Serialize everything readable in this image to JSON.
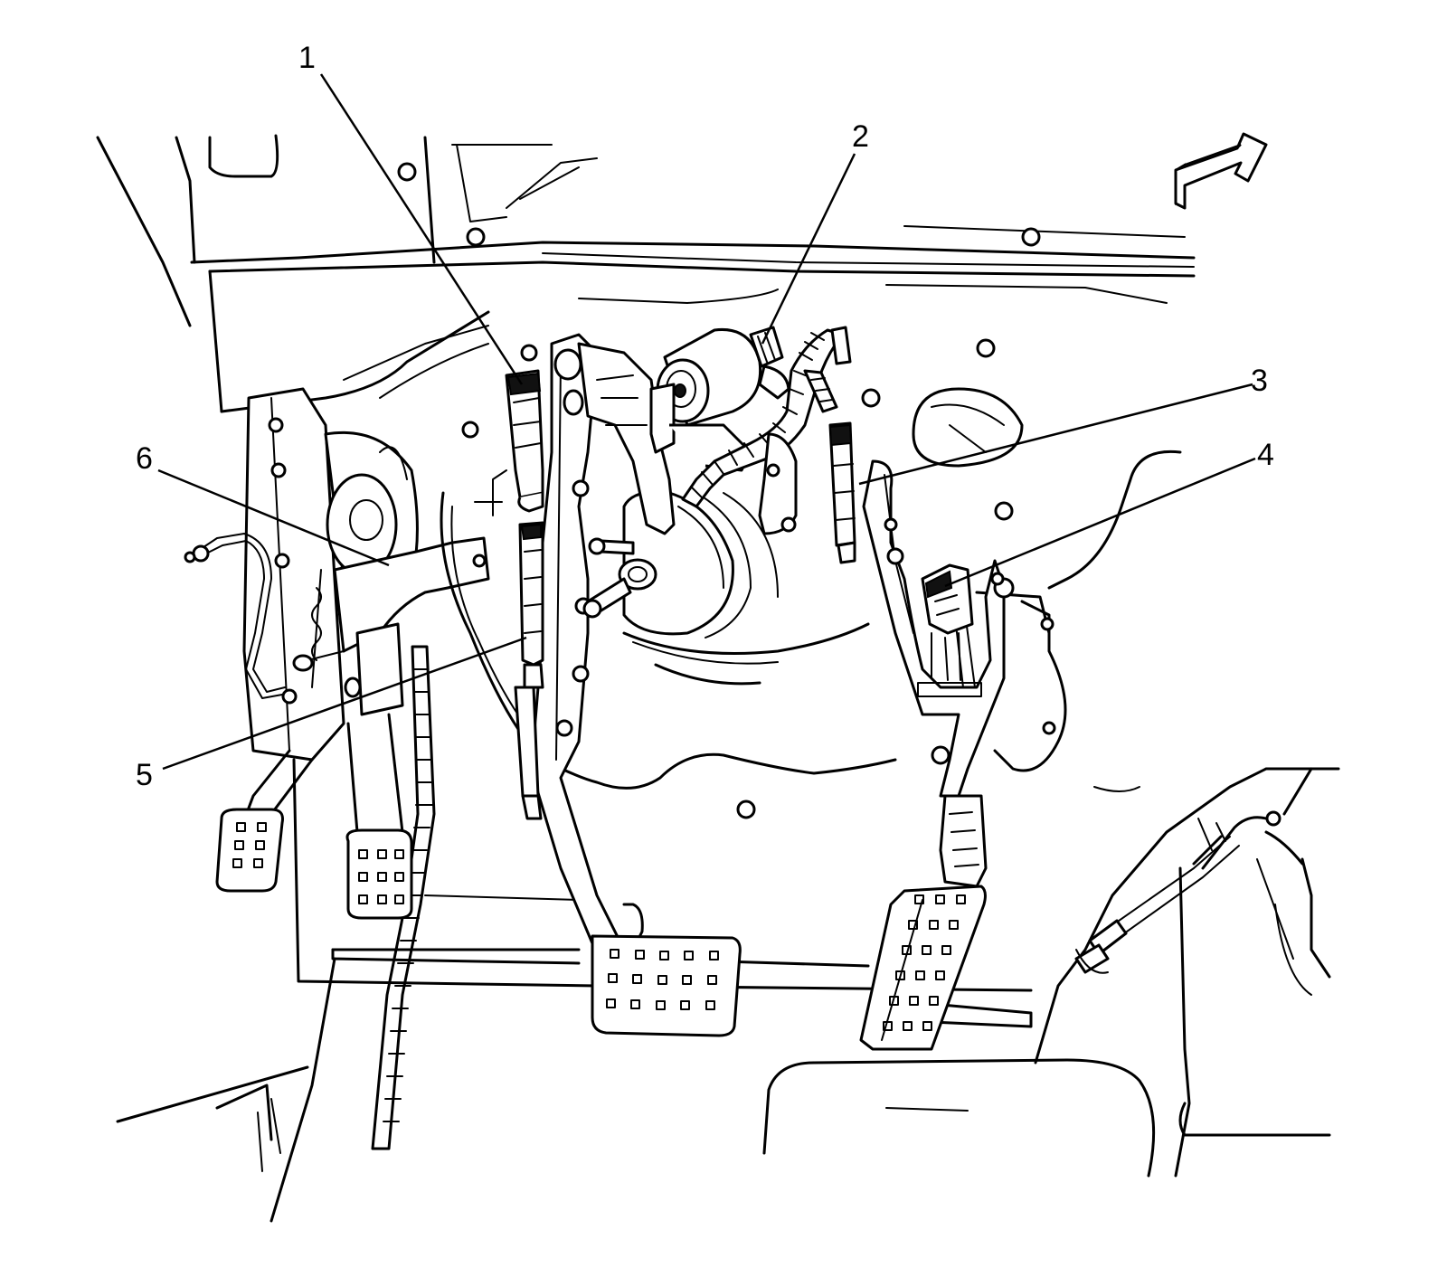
{
  "callouts": [
    {
      "id": "1",
      "label": "1"
    },
    {
      "id": "2",
      "label": "2"
    },
    {
      "id": "3",
      "label": "3"
    },
    {
      "id": "4",
      "label": "4"
    },
    {
      "id": "5",
      "label": "5"
    },
    {
      "id": "6",
      "label": "6"
    }
  ],
  "icons": {
    "direction_arrow": "forward-arrow-icon"
  },
  "colors": {
    "line": "#000000",
    "background": "#ffffff"
  }
}
